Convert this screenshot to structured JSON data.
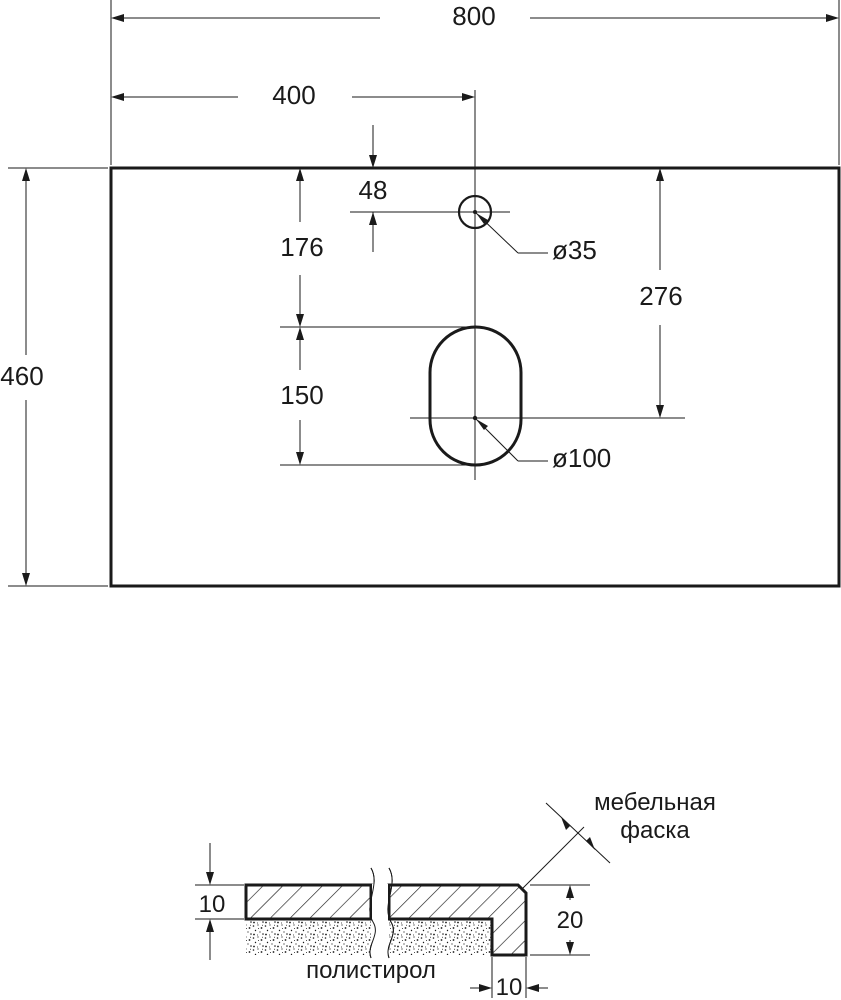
{
  "top_view": {
    "overall_width": "800",
    "tap_offset": "400",
    "tap_from_back": "48",
    "tap_diameter": "ø35",
    "basin_from_back_top": "176",
    "basin_center_from_back": "276",
    "depth": "460",
    "basin_length": "150",
    "basin_width": "ø100"
  },
  "section_view": {
    "top_layer": "10",
    "edge_height": "20",
    "edge_width": "10",
    "core_material": "полистирол",
    "edge_note_line1": "мебельная",
    "edge_note_line2": "фаска"
  },
  "colors": {
    "ink": "#1a1a1a",
    "background": "#ffffff"
  }
}
